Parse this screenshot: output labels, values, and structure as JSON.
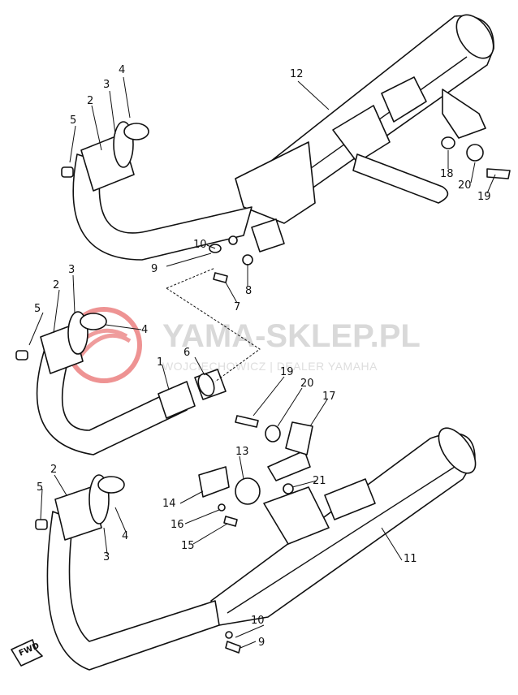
{
  "watermark": {
    "title": "YAMA-SKLEP.PL",
    "subtitle": "WOJCIECHOWICZ | DEALER YAMAHA",
    "logo_color": "#e03a3a"
  },
  "fwd_marker": "FWD",
  "callouts": [
    {
      "id": "c-12",
      "text": "12"
    },
    {
      "id": "c-4a",
      "text": "4"
    },
    {
      "id": "c-3a",
      "text": "3"
    },
    {
      "id": "c-2a",
      "text": "2"
    },
    {
      "id": "c-5a",
      "text": "5"
    },
    {
      "id": "c-18",
      "text": "18"
    },
    {
      "id": "c-20a",
      "text": "20"
    },
    {
      "id": "c-19a",
      "text": "19"
    },
    {
      "id": "c-10a",
      "text": "10"
    },
    {
      "id": "c-9a",
      "text": "9"
    },
    {
      "id": "c-8",
      "text": "8"
    },
    {
      "id": "c-7",
      "text": "7"
    },
    {
      "id": "c-3b",
      "text": "3"
    },
    {
      "id": "c-2b",
      "text": "2"
    },
    {
      "id": "c-5b",
      "text": "5"
    },
    {
      "id": "c-4b",
      "text": "4"
    },
    {
      "id": "c-6",
      "text": "6"
    },
    {
      "id": "c-1",
      "text": "1"
    },
    {
      "id": "c-19b",
      "text": "19"
    },
    {
      "id": "c-20b",
      "text": "20"
    },
    {
      "id": "c-17",
      "text": "17"
    },
    {
      "id": "c-13",
      "text": "13"
    },
    {
      "id": "c-2c",
      "text": "2"
    },
    {
      "id": "c-5c",
      "text": "5"
    },
    {
      "id": "c-4c",
      "text": "4"
    },
    {
      "id": "c-3c",
      "text": "3"
    },
    {
      "id": "c-14",
      "text": "14"
    },
    {
      "id": "c-21",
      "text": "21"
    },
    {
      "id": "c-16",
      "text": "16"
    },
    {
      "id": "c-15",
      "text": "15"
    },
    {
      "id": "c-11",
      "text": "11"
    },
    {
      "id": "c-10b",
      "text": "10"
    },
    {
      "id": "c-9b",
      "text": "9"
    }
  ]
}
